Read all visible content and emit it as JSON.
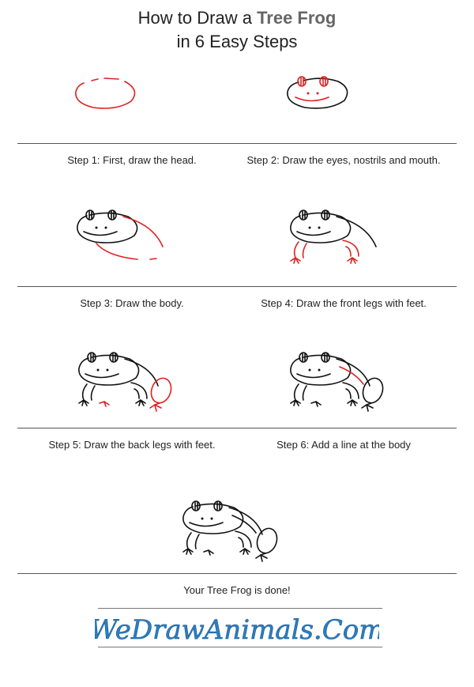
{
  "header": {
    "title_line1_prefix": "How to Draw a ",
    "title_line1_highlight": "Tree Frog",
    "title_line2": "in 6 Easy Steps"
  },
  "steps": [
    {
      "caption": "Step 1: First, draw the head."
    },
    {
      "caption": "Step 2: Draw the eyes, nostrils and mouth."
    },
    {
      "caption": "Step 3: Draw the body."
    },
    {
      "caption": "Step 4: Draw the front legs with feet."
    },
    {
      "caption": "Step 5: Draw the back legs with feet."
    },
    {
      "caption": "Step 6: Add a line at the body"
    }
  ],
  "final": {
    "caption": "Your Tree Frog is done!"
  },
  "logo": {
    "text": "WeDrawAnimals.Com",
    "color": "#2a7fc4"
  },
  "colors": {
    "new_stroke": "#e02020",
    "old_stroke": "#111111",
    "divider": "#555555"
  }
}
